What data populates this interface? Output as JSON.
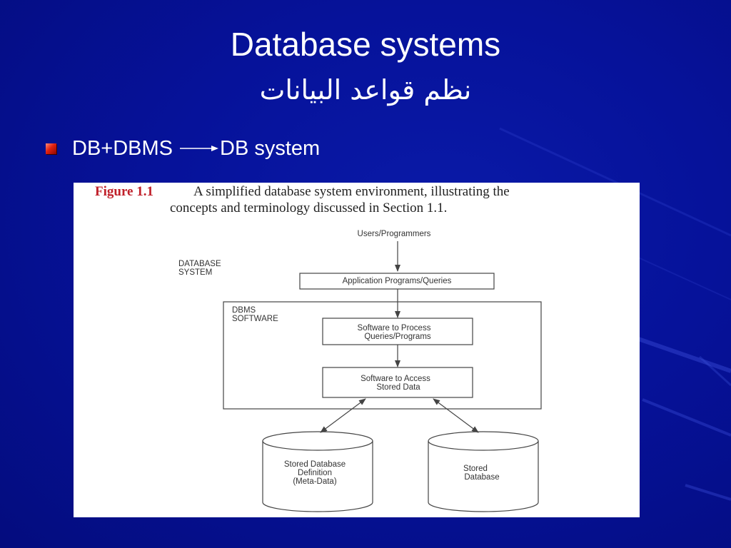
{
  "slide": {
    "title": "Database systems",
    "subtitle": "نظم قواعد البيانات",
    "bullet": {
      "left_text": "DB+DBMS",
      "right_text": "DB system"
    }
  },
  "figure": {
    "caption_label": "Figure 1.1",
    "caption_line1": "A simplified database system environment, illustrating the",
    "caption_line2": "concepts and terminology discussed in Section 1.1.",
    "users": "Users/Programmers",
    "database_system_line1": "DATABASE",
    "database_system_line2": "SYSTEM",
    "app_programs": "Application Programs/Queries",
    "dbms_line1": "DBMS",
    "dbms_line2": "SOFTWARE",
    "process_line1": "Software to Process",
    "process_line2": "Queries/Programs",
    "access_line1": "Software to Access",
    "access_line2": "Stored Data",
    "meta_line1": "Stored Database",
    "meta_line2": "Definition",
    "meta_line3": "(Meta-Data)",
    "stored_line1": "Stored",
    "stored_line2": "Database"
  },
  "colors": {
    "background": "#06129a",
    "bullet": "#e02010",
    "figure_label": "#c0202a"
  }
}
